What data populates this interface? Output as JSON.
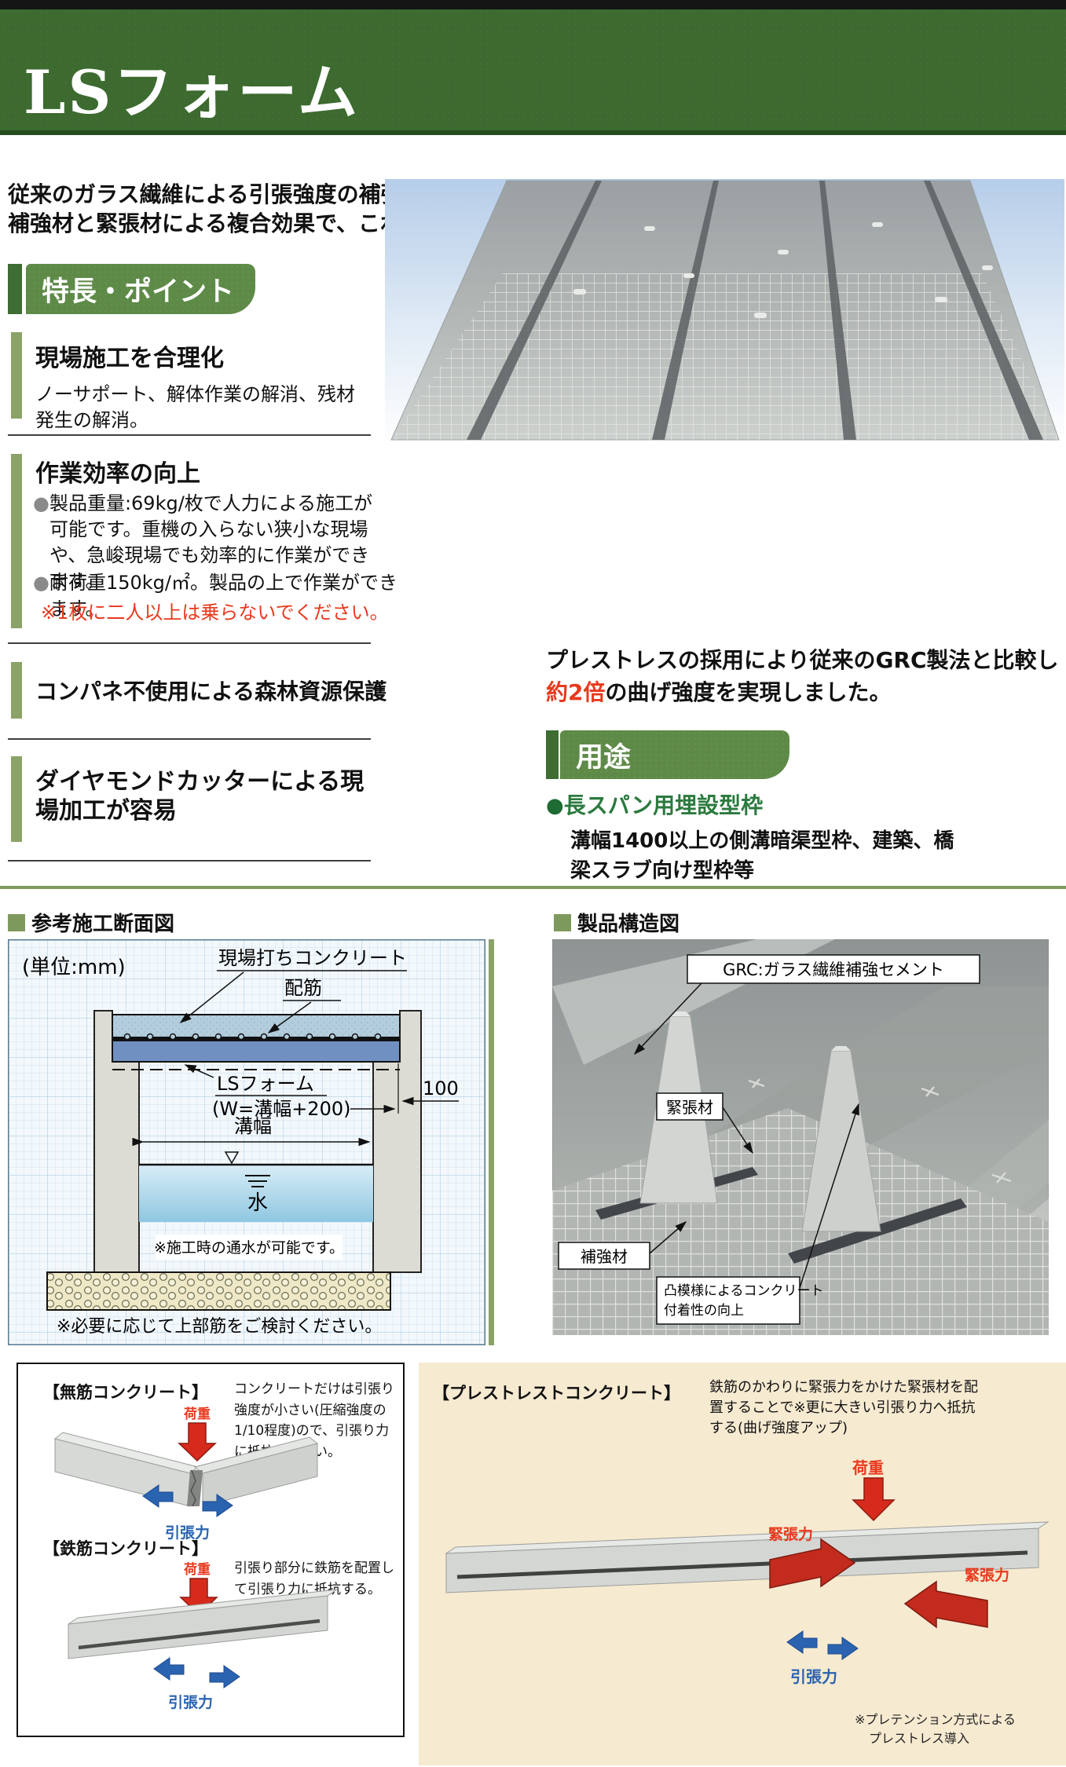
{
  "header": {
    "title": "LSフォーム"
  },
  "intro": {
    "line1": "従来のガラス繊維による引張強度の補強効果に加え",
    "line2": "補強材と緊張材による複合効果で、これまで以上の曲げ耐力を実現"
  },
  "features": {
    "section_title": "特長・ポイント",
    "item1": {
      "title": "現場施工を合理化",
      "body": "ノーサポート、解体作業の解消、残材発生の解消。"
    },
    "item2": {
      "title": "作業効率の向上",
      "bullet_glyph": "●",
      "b1": "製品重量:69kg/枚で人力による施工が可能です。重機の入らない狭小な現場や、急峻現場でも効率的に作業ができます。",
      "b2": "耐荷重150kg/㎡。製品の上で作業ができます。",
      "note": "※1枚に二人以上は乗らないでください。"
    },
    "item3": {
      "title": "コンパネ不使用による森林資源保護"
    },
    "item4": {
      "title": "ダイヤモンドカッターによる現場加工が容易"
    }
  },
  "product": {
    "description_before": "プレストレスの採用により従来のGRC製法と比較し",
    "description_highlight": "約2倍",
    "description_after": "の曲げ強度を実現しました。"
  },
  "usage": {
    "section_title": "用途",
    "bullet_glyph": "●",
    "item_title": "長スパン用埋設型枠",
    "item_body": "溝幅1400以上の側溝暗渠型枠、建築、橋梁スラブ向け型枠等"
  },
  "cross_section": {
    "title": "参考施工断面図",
    "unit": "(単位:mm)",
    "label_cast_concrete": "現場打ちコンクリート",
    "label_rebar": "配筋",
    "label_ls_form": "LSフォーム",
    "label_ls_form_width": "(W=溝幅+200)",
    "label_groove_width": "溝幅",
    "dim_100": "100",
    "label_water": "水",
    "note_water": "※施工時の通水が可能です。",
    "note_bottom": "※必要に応じて上部筋をご検討ください。"
  },
  "structure": {
    "title": "製品構造図",
    "label_grc": "GRC:ガラス繊維補強セメント",
    "label_tendon": "緊張材",
    "label_reinforcement": "補強材",
    "label_texture_line1": "凸模様によるコンクリート",
    "label_texture_line2": "付着性の向上"
  },
  "comparison": {
    "plain": {
      "heading": "【無筋コンクリート】",
      "body": "コンクリートだけは引張り強度が小さい(圧縮強度の1/10程度)ので、引張り力に抵抗できない。",
      "load_label": "荷重",
      "tension_label": "引張力"
    },
    "reinforced": {
      "heading": "【鉄筋コンクリート】",
      "body": "引張り部分に鉄筋を配置して引張り力に抵抗する。",
      "load_label": "荷重",
      "tension_label": "引張力"
    },
    "prestressed": {
      "heading": "【プレストレストコンクリート】",
      "body": "鉄筋のかわりに緊張力をかけた緊張材を配置することで※更に大きい引張り力へ抵抗する(曲げ強度アップ)",
      "load_label": "荷重",
      "prestress_label_left": "緊張力",
      "prestress_label_right": "緊張力",
      "tension_label": "引張力",
      "note_line1": "※プレテンション方式による",
      "note_line2": "プレストレス導入"
    }
  },
  "colors": {
    "band_green": "#3c6a2f",
    "box_green": "#5e8a48",
    "olive": "#8ba268",
    "accent_red": "#e8391d",
    "accent_blue": "#2a63b0",
    "beige_panel": "#f6ead1"
  }
}
